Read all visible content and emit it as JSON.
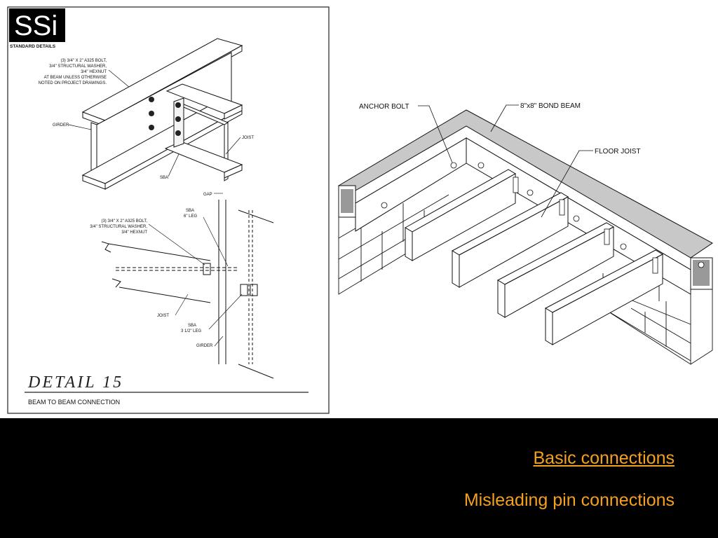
{
  "colors": {
    "accent": "#f4a020",
    "background": "#000000",
    "panel": "#ffffff"
  },
  "left_drawing": {
    "logo": "SSi",
    "logo_subtitle": "STANDARD DETAILS",
    "top_callout": [
      "(3) 3/4\" X 2\" A325 BOLT,",
      "3/4\" STRUCTURAL WASHER,",
      "3/4\" HEXNUT",
      "AT BEAM UNLESS OTHERWISE",
      "NOTED ON PROJECT DRAWINGS."
    ],
    "labels": {
      "girder": "GIRDER",
      "joist": "JOIST",
      "sba": "SBA",
      "gap": "GAP",
      "sba_6": [
        "SBA",
        "6\" LEG"
      ],
      "sba_3": [
        "SBA",
        "3 1/2\" LEG"
      ],
      "joist2": "JOIST",
      "girder2": "GIRDER"
    },
    "mid_callout": [
      "(3) 3/4\" X 2\" A325 BOLT,",
      "3/4\" STRUCTURAL WASHER,",
      "3/4\" HEXNUT"
    ],
    "detail_title": "DETAIL 15",
    "detail_subtitle": "BEAM TO BEAM CONNECTION"
  },
  "right_drawing": {
    "anchor_bolt": "ANCHOR BOLT",
    "bond_beam": "8\"x8\" BOND BEAM",
    "floor_joist": "FLOOR JOIST"
  },
  "footer": {
    "link_text": "Basic connections",
    "subtitle": "Misleading pin connections"
  }
}
